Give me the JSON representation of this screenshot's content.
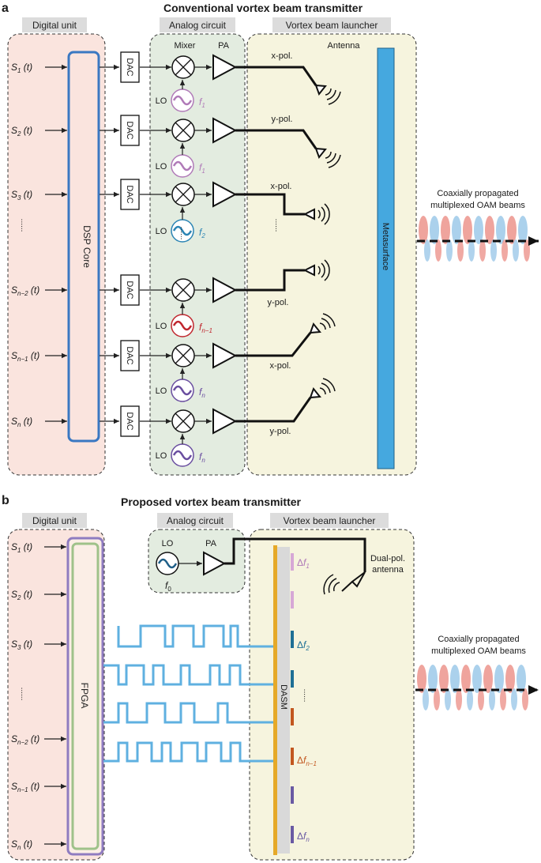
{
  "panel_a": {
    "letter": "a",
    "title": "Conventional vortex beam transmitter",
    "sections": {
      "digital_unit": "Digital unit",
      "analog_circuit": "Analog circuit",
      "vortex_launcher": "Vortex beam launcher"
    },
    "labels": {
      "mixer": "Mixer",
      "pa": "PA",
      "antenna": "Antenna",
      "dsp_core": "DSP Core",
      "metasurface": "Metasurface",
      "dac": "DAC",
      "lo": "LO",
      "dots": "......",
      "output": [
        "Coaxially propagated",
        "multiplexed OAM beams"
      ]
    },
    "signals": [
      {
        "base": "S",
        "sub": "1",
        "arg": " (t)"
      },
      {
        "base": "S",
        "sub": "2",
        "arg": " (t)"
      },
      {
        "base": "S",
        "sub": "3",
        "arg": " (t)"
      },
      {
        "base": "S",
        "sub": "n−2",
        "arg": " (t)"
      },
      {
        "base": "S",
        "sub": "n−1",
        "arg": " (t)"
      },
      {
        "base": "S",
        "sub": "n",
        "arg": " (t)"
      }
    ],
    "frequencies": [
      {
        "base": "f",
        "sub": "1",
        "color": "#b07ab8"
      },
      {
        "base": "f",
        "sub": "1",
        "color": "#b07ab8"
      },
      {
        "base": "f",
        "sub": "2",
        "color": "#2b84b4"
      },
      {
        "base": "f",
        "sub": "n−1",
        "color": "#c0262e"
      },
      {
        "base": "f",
        "sub": "n",
        "color": "#6a4ea0"
      },
      {
        "base": "f",
        "sub": "n",
        "color": "#6a4ea0"
      }
    ],
    "polarizations": [
      "x-pol.",
      "y-pol.",
      "x-pol.",
      "y-pol.",
      "x-pol.",
      "y-pol."
    ]
  },
  "panel_b": {
    "letter": "b",
    "title": "Proposed vortex beam transmitter",
    "sections": {
      "digital_unit": "Digital unit",
      "analog_circuit": "Analog circuit",
      "vortex_launcher": "Vortex beam launcher"
    },
    "labels": {
      "fpga": "FPGA",
      "dasm": "DASM",
      "lo": "LO",
      "pa": "PA",
      "f0_base": "f",
      "f0_sub": "0",
      "antenna": [
        "Dual-pol.",
        "antenna"
      ],
      "dots": "......",
      "output": [
        "Coaxially propagated",
        "multiplexed OAM beams"
      ]
    },
    "signals": [
      {
        "base": "S",
        "sub": "1",
        "arg": " (t)"
      },
      {
        "base": "S",
        "sub": "2",
        "arg": " (t)"
      },
      {
        "base": "S",
        "sub": "3",
        "arg": " (t)"
      },
      {
        "base": "S",
        "sub": "n−2",
        "arg": " (t)"
      },
      {
        "base": "S",
        "sub": "n−1",
        "arg": " (t)"
      },
      {
        "base": "S",
        "sub": "n",
        "arg": " (t)"
      }
    ],
    "delta_f": [
      {
        "delta": "Δ",
        "base": "f",
        "sub": "1",
        "color": "#b07ab8"
      },
      {
        "delta": "Δ",
        "base": "f",
        "sub": "2",
        "color": "#1f6f95"
      },
      {
        "delta": "Δ",
        "base": "f",
        "sub": "n−1",
        "color": "#c2571f"
      },
      {
        "delta": "Δ",
        "base": "f",
        "sub": "n",
        "color": "#6a5aa3"
      }
    ]
  },
  "colors": {
    "digital_fill": "#fae4de",
    "analog_fill": "#e3ece0",
    "launcher_fill": "#f6f4de",
    "header_fill": "#dcdcdc",
    "dsp_stroke": "#3a78c2",
    "metasurface_fill": "#45a8df",
    "waveform": "#5fb0e0",
    "fpga_outer": "#8f7cc0",
    "fpga_inner": "#9fc28a",
    "dasm_gold": "#e6a928"
  }
}
